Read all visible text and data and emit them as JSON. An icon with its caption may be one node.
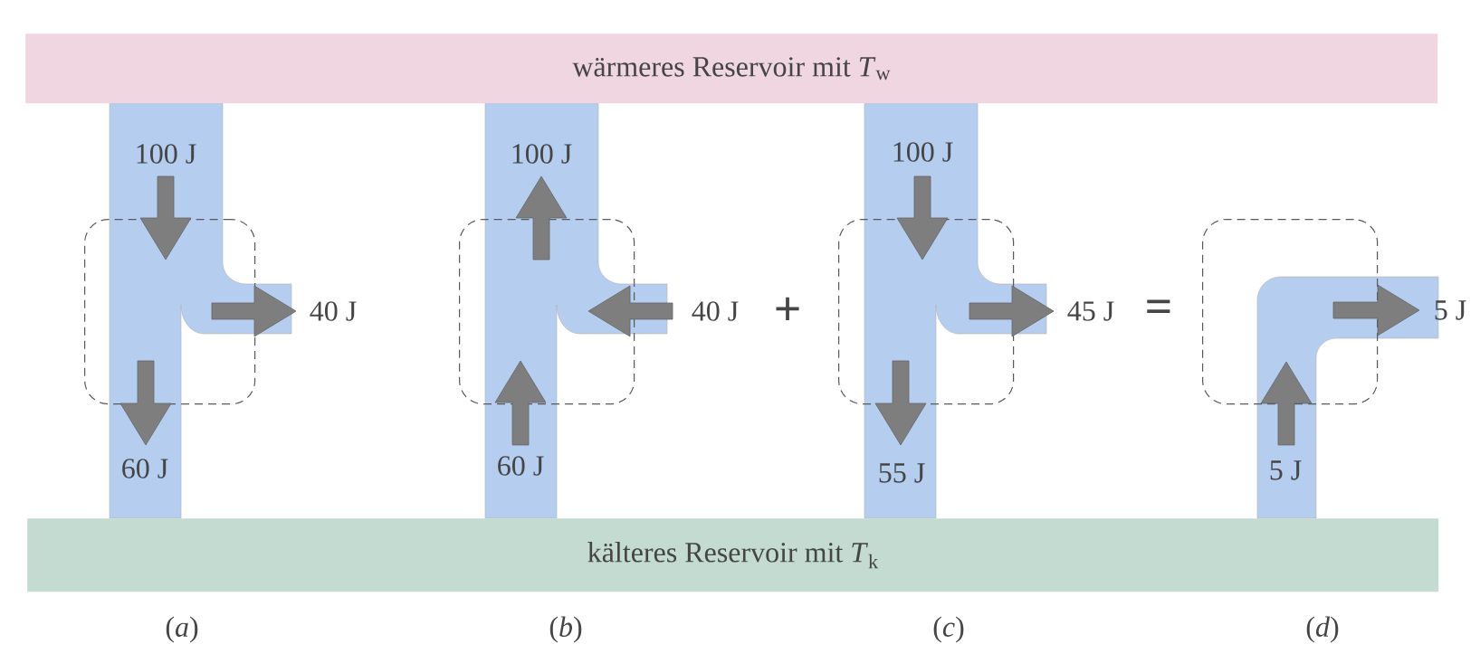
{
  "diagram": {
    "nodes": [
      {
        "text": [
          "wärmeres Reservoir mit *T*$_{w}$"
        ]
      },
      {
        "text": [
          "kälteres Reservoir mit *T*$_{k}$"
        ]
      },
      {
        "text": [],
        "shape": "box"
      },
      {
        "text": [],
        "shape": "box"
      },
      {
        "text": [],
        "shape": "box"
      },
      {
        "text": [],
        "shape": "box"
      }
    ],
    "labels": [
      "100 J",
      "40 J",
      "60 J",
      "100 J",
      "40 J",
      "60 J",
      "+",
      "100 J",
      "45 J",
      "55 J",
      "=",
      "5 J",
      "5 J",
      "(*a*)",
      "(*b*)",
      "(*c*)",
      "(*d*)"
    ]
  }
}
